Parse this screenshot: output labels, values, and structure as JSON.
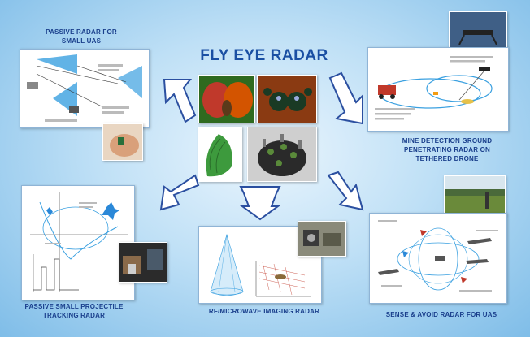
{
  "title": "FLY EYE RADAR",
  "sections": {
    "passive_radar": {
      "label_line1": "PASSIVE RADAR FOR",
      "label_line2": "SMALL UAS"
    },
    "mine_detection": {
      "label_line1": "MINE DETECTION GROUND",
      "label_line2": "PENETRATING RADAR ON",
      "label_line3": "TETHERED DRONE"
    },
    "projectile": {
      "label_line1": "PASSIVE SMALL PROJECTILE",
      "label_line2": "TRACKING RADAR"
    },
    "imaging": {
      "label": "RF/MICROWAVE IMAGING RADAR"
    },
    "sense_avoid": {
      "label": "SENSE & AVOID RADAR FOR UAS"
    }
  },
  "colors": {
    "title": "#1a4fa3",
    "label": "#1a3f8c",
    "arrow_fill": "#ffffff",
    "arrow_stroke": "#2b4fa0"
  },
  "icons": [
    "fly-eye-photo",
    "spider-eyes-photo",
    "lens-array-photo",
    "antenna-dome-photo",
    "drone-photo",
    "hand-sensor-photo",
    "field-photo",
    "lab-photo",
    "equipment-photo"
  ]
}
